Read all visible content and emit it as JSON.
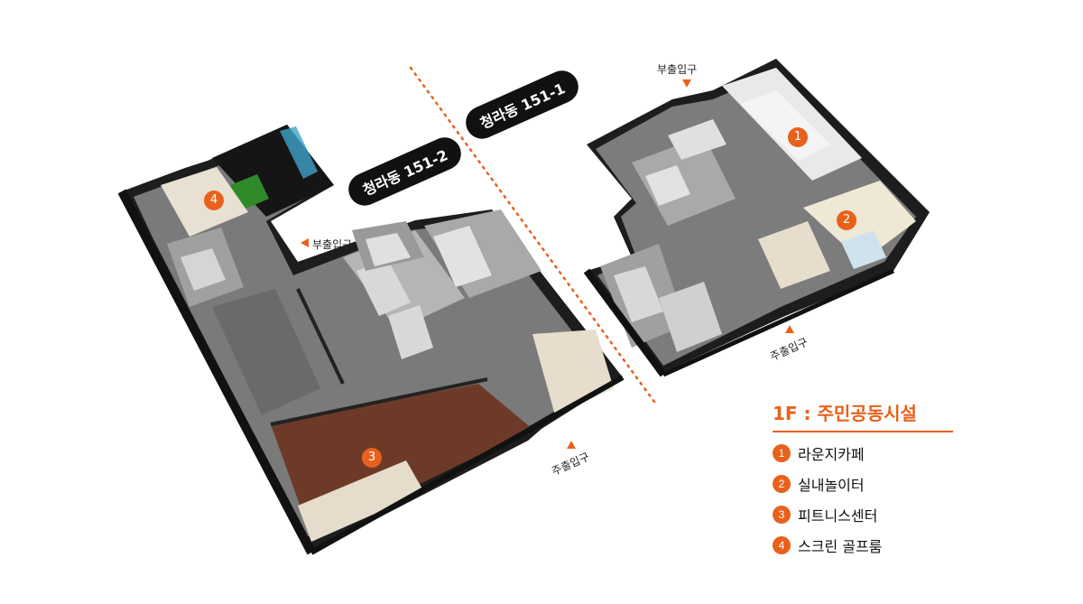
{
  "buildings": {
    "left_name": "청라동 151-2",
    "right_name": "청라동 151-1"
  },
  "entrances": {
    "left_side": "부출입구",
    "left_main": "주출입구",
    "right_side": "부출입구",
    "right_main": "주출입구"
  },
  "markers": {
    "m1_left": "1",
    "m2_right": "2",
    "m3_left": "3",
    "m4_left": "4"
  },
  "legend": {
    "title": "1F : 주민공동시설",
    "items": [
      {
        "num": "1",
        "label": "라운지카페"
      },
      {
        "num": "2",
        "label": "실내놀이터"
      },
      {
        "num": "3",
        "label": "피트니스센터"
      },
      {
        "num": "4",
        "label": "스크린 골프룸"
      }
    ]
  },
  "colors": {
    "accent": "#e8611c",
    "floor": "#7c7c7c",
    "wall": "#1a1a1a",
    "fitness_floor": "#6e3a28",
    "golf_green": "#2f8a2a"
  }
}
